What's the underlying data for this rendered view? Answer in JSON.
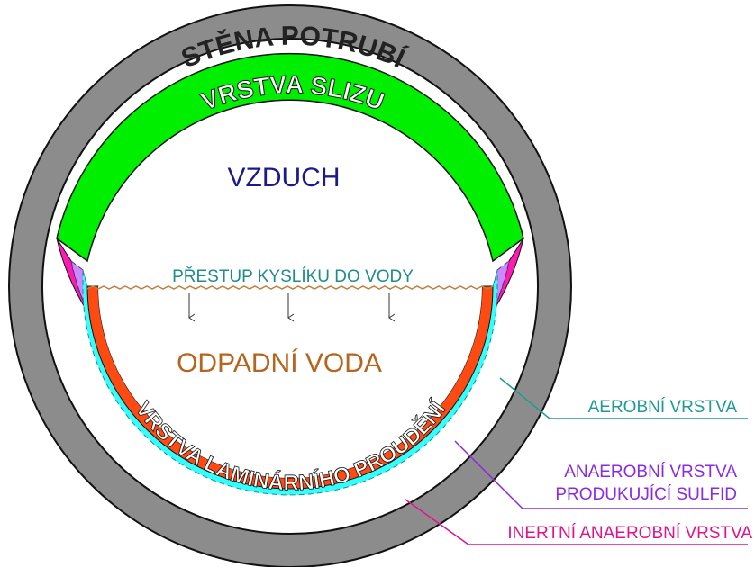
{
  "labels": {
    "pipe_wall": "STĚNA POTRUBÍ",
    "slime_layer": "VRSTVA SLIZU",
    "air": "VZDUCH",
    "oxygen_transfer": "PŘESTUP KYSLÍKU DO VODY",
    "waste_water": "ODPADNÍ VODA",
    "laminar_layer": "VRSTVA LAMINÁRNÍHO PROUDĚNÍ",
    "aerobic_layer": "AEROBNÍ VRSTVA",
    "anaerobic_sulfide_line1": "ANAEROBNÍ VRSTVA",
    "anaerobic_sulfide_line2": "PRODUKUJÍCÍ SULFID",
    "inert_anaerobic_layer": "INERTNÍ ANAEROBNÍ VRSTVA"
  },
  "colors": {
    "pipe_wall": "#8c8c8c",
    "slime": "#00ee00",
    "aerobic": "#33ffff",
    "anaerobic_sulfide": "#cc88ff",
    "inert_anaerobic": "#ff1ab3",
    "laminar": "#ff4a12",
    "air_text": "#1a1a8c",
    "waste_water_text": "#b5651d",
    "oxygen_text": "#1f8c8c",
    "aerobic_label": "#1f9999",
    "anaerobic_sulfide_label": "#8a2be2",
    "inert_label": "#e0138c",
    "water_surface": "#c08040"
  }
}
